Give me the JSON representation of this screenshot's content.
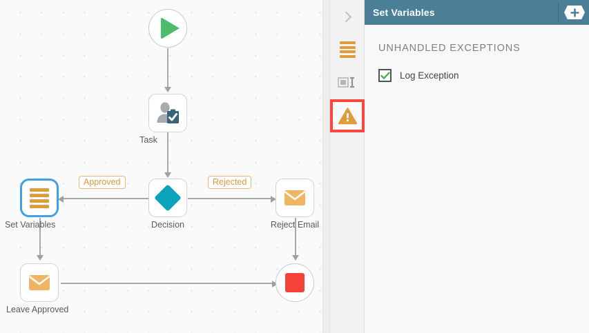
{
  "canvas": {
    "nodes": [
      {
        "id": "start",
        "name": "start-node",
        "label": "",
        "shape": "circle",
        "icon": "play-icon"
      },
      {
        "id": "task",
        "name": "task-node",
        "label": "Task",
        "shape": "box",
        "icon": "user-task-icon"
      },
      {
        "id": "set-variables",
        "name": "set-variables-node",
        "label": "Set Variables",
        "shape": "box",
        "icon": "variables-bars-icon",
        "selected": true
      },
      {
        "id": "decision",
        "name": "decision-node",
        "label": "Decision",
        "shape": "box",
        "icon": "diamond-icon"
      },
      {
        "id": "reject-email",
        "name": "reject-email-node",
        "label": "Reject Email",
        "shape": "box",
        "icon": "envelope-icon"
      },
      {
        "id": "leave-approved",
        "name": "leave-approved-node",
        "label": "Leave Approved",
        "shape": "box",
        "icon": "envelope-icon"
      },
      {
        "id": "end",
        "name": "end-node",
        "label": "",
        "shape": "circle",
        "icon": "stop-icon"
      }
    ],
    "edge_labels": [
      {
        "id": "approved",
        "text": "Approved"
      },
      {
        "id": "rejected",
        "text": "Rejected"
      }
    ],
    "colors": {
      "start": "#4cbb6c",
      "end": "#f4423a",
      "decision": "#0aa3bc",
      "accent_orange": "#e09b3d",
      "selection_blue": "#3fa0e8"
    }
  },
  "rail": {
    "items": [
      {
        "id": "collapse",
        "name": "collapse-panel-chevron",
        "icon": "chevron-right-icon",
        "active": false
      },
      {
        "id": "variables",
        "name": "rail-tab-variables",
        "icon": "variables-bars-icon",
        "active": false
      },
      {
        "id": "io",
        "name": "rail-tab-input-output",
        "icon": "input-output-icon",
        "active": false
      },
      {
        "id": "exceptions",
        "name": "rail-tab-exceptions",
        "icon": "warning-triangle-icon",
        "active": true
      }
    ],
    "active_highlight_color": "#f9463f"
  },
  "panel": {
    "title": "Set Variables",
    "header_color": "#4a7f96",
    "add_button": {
      "label": "+",
      "name": "add-button"
    },
    "section": {
      "heading": "UNHANDLED EXCEPTIONS",
      "options": [
        {
          "id": "log-exception",
          "label": "Log Exception",
          "checked": true
        }
      ]
    }
  }
}
